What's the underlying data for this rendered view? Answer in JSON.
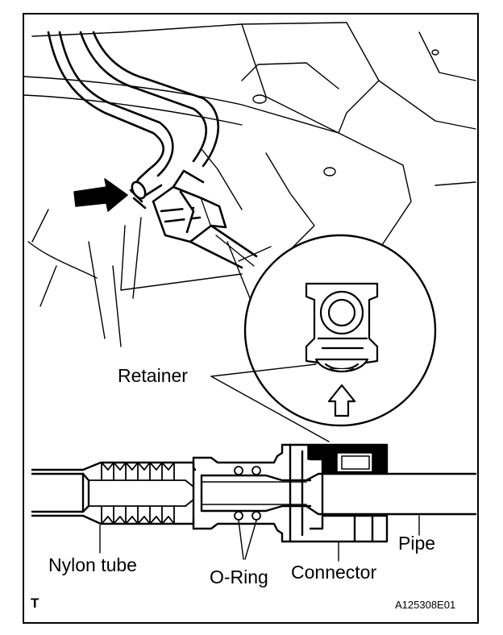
{
  "labels": {
    "retainer": "Retainer",
    "nylon_tube": "Nylon tube",
    "o_ring": "O-Ring",
    "connector": "Connector",
    "pipe": "Pipe"
  },
  "corner_mark": "T",
  "figure_code": "A125308E01",
  "colors": {
    "ink": "#000000",
    "paper": "#ffffff"
  }
}
